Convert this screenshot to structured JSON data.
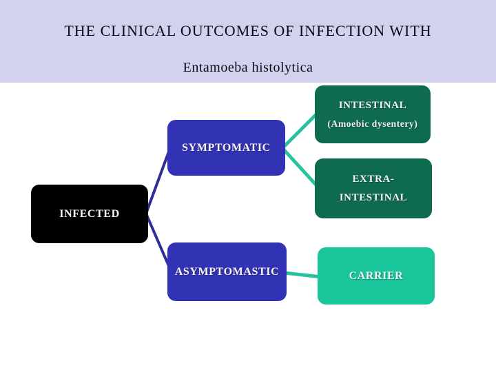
{
  "slide": {
    "title": "THE CLINICAL OUTCOMES OF INFECTION WITH",
    "subtitle": "Entamoeba histolytica",
    "header_band_color": "#d2d2ee",
    "background_color": "#ffffff",
    "title_text_color": "#0b0b16"
  },
  "diagram": {
    "nodes": {
      "infected": {
        "label": "INFECTED",
        "bg_color": "#000000",
        "text_color": "#f5f5f5"
      },
      "symptomatic": {
        "label": "SYMPTOMATIC",
        "bg_color": "#3232b4",
        "text_color": "#f5f5f5"
      },
      "asymptomatic": {
        "label": "ASYMPTOMASTIC",
        "bg_color": "#3232b4",
        "text_color": "#f5f5f5"
      },
      "intestinal": {
        "label": "INTESTINAL",
        "sublabel": "(Amoebic dysentery)",
        "bg_color": "#0e6b50",
        "text_color": "#f5f5f5"
      },
      "extra_intestinal": {
        "label_line1": "EXTRA-",
        "label_line2": "INTESTINAL",
        "bg_color": "#0e6b50",
        "text_color": "#f5f5f5"
      },
      "carrier": {
        "label": "CARRIER",
        "bg_color": "#19c69c",
        "text_color": "#f5f5f5"
      }
    },
    "connectors": {
      "navy_color": "#2e2e99",
      "teal_color": "#29c2a1",
      "links": [
        {
          "from": "infected",
          "to": "symptomatic",
          "color": "navy"
        },
        {
          "from": "infected",
          "to": "asymptomatic",
          "color": "navy"
        },
        {
          "from": "symptomatic",
          "to": "intestinal",
          "color": "teal"
        },
        {
          "from": "symptomatic",
          "to": "extra_intestinal",
          "color": "teal"
        },
        {
          "from": "asymptomatic",
          "to": "carrier",
          "color": "teal"
        }
      ]
    }
  }
}
